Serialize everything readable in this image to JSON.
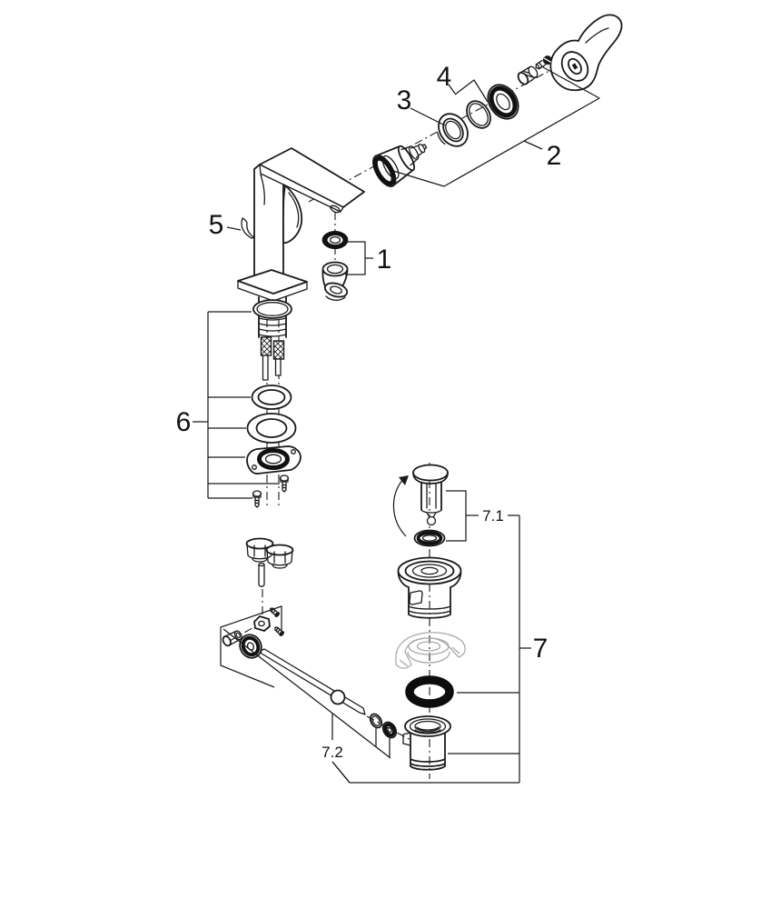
{
  "diagram": {
    "kind": "exploded-parts-diagram",
    "colors": {
      "background": "#ffffff",
      "line": "#1a1a1a",
      "dark_fill": "#111111",
      "basin_outline": "#a9a9a9"
    },
    "callouts": [
      {
        "text": "1"
      },
      {
        "text": "2"
      },
      {
        "text": "3"
      },
      {
        "text": "4"
      },
      {
        "text": "5"
      },
      {
        "text": "6"
      },
      {
        "text": "7"
      },
      {
        "text": "7.1"
      },
      {
        "text": "7.2"
      }
    ]
  }
}
